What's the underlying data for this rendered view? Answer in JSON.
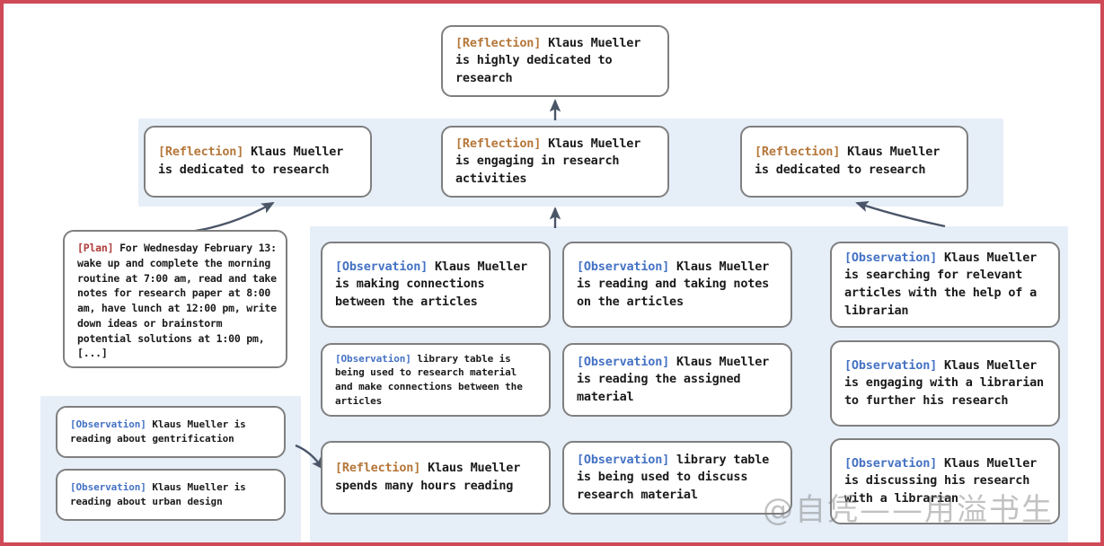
{
  "meta": {
    "border_color": "#cf4a57",
    "panel_color": "#e6eef8",
    "node_border_color": "#7f7f7f",
    "tag_colors": {
      "reflection": "#b5773a",
      "observation": "#4472c4",
      "plan": "#b03a3a"
    },
    "watermark": "@自凭——用溢书生"
  },
  "nodes": {
    "top_reflection": {
      "tag": "[Reflection]",
      "text": " Klaus Mueller is highly dedicated to research"
    },
    "mid_reflection_left": {
      "tag": "[Reflection]",
      "text": " Klaus Mueller is dedicated to research"
    },
    "mid_reflection_center": {
      "tag": "[Reflection]",
      "text": " Klaus Mueller is engaging in research activities"
    },
    "mid_reflection_right": {
      "tag": "[Reflection]",
      "text": " Klaus Mueller is dedicated to research"
    },
    "plan": {
      "tag": "[Plan]",
      "text": " For Wednesday February 13: wake up and complete the morning routine at 7:00 am, read and take notes for research paper at 8:00 am, have lunch at 12:00 pm, write down ideas or brainstorm potential solutions at 1:00 pm, [...]"
    },
    "obs_bl_1": {
      "tag": "[Observation]",
      "text": " Klaus Mueller is reading about gentrification"
    },
    "obs_bl_2": {
      "tag": "[Observation]",
      "text": " Klaus Mueller is reading about urban design"
    },
    "obs_c1_1": {
      "tag": "[Observation]",
      "text": " Klaus Mueller is making connections between the articles"
    },
    "obs_c1_2": {
      "tag": "[Observation]",
      "text": " library table is being used to research material and make connections between the articles"
    },
    "ref_c1_3": {
      "tag": "[Reflection]",
      "text": " Klaus Mueller spends many hours reading"
    },
    "obs_c2_1": {
      "tag": "[Observation]",
      "text": " Klaus Mueller is reading and taking notes on the articles"
    },
    "obs_c2_2": {
      "tag": "[Observation]",
      "text": " Klaus Mueller is reading the assigned material"
    },
    "obs_c2_3": {
      "tag": "[Observation]",
      "text": " library table is being used to discuss research material"
    },
    "obs_c3_1": {
      "tag": "[Observation]",
      "text": " Klaus Mueller is searching for relevant articles with the help of a librarian"
    },
    "obs_c3_2": {
      "tag": "[Observation]",
      "text": " Klaus Mueller is engaging with a librarian to further his research"
    },
    "obs_c3_3": {
      "tag": "[Observation]",
      "text": " Klaus Mueller is discussing his research with a librarian"
    }
  }
}
